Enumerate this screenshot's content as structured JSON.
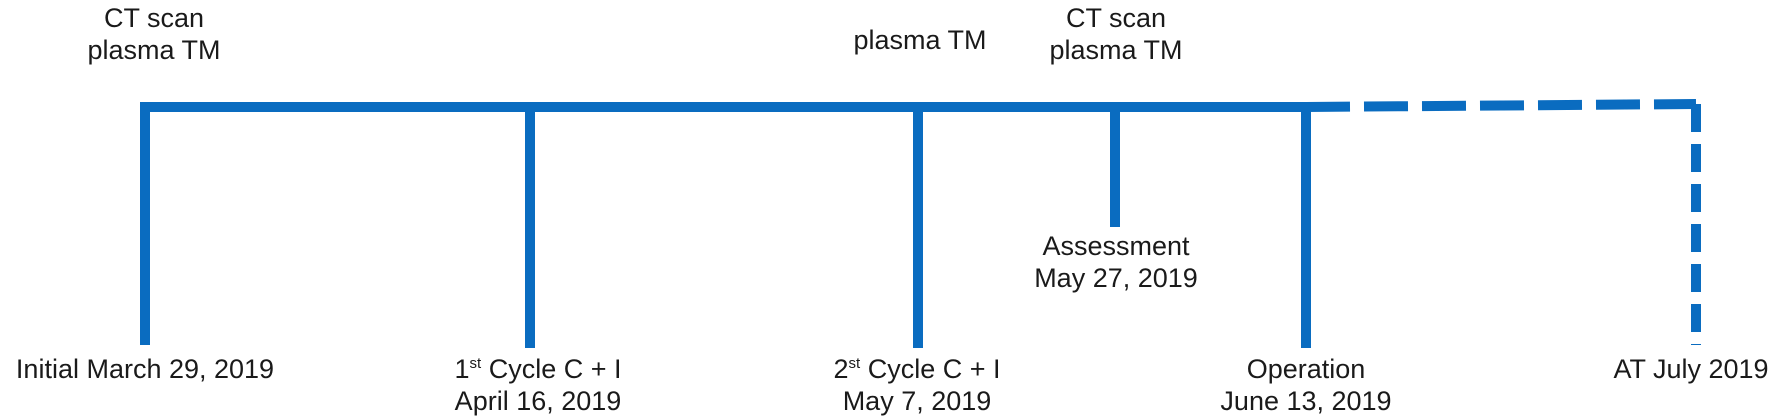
{
  "accent_color": "#0a6cc0",
  "events": [
    {
      "top_lines": [
        "CT scan",
        "plasma TM"
      ],
      "bottom_ordinal": "",
      "bottom_lines": [
        "Initial March 29, 2019"
      ]
    },
    {
      "top_lines": [],
      "bottom_ordinal": "st",
      "bottom_lines": [
        "1",
        "Cycle C + I",
        "April 16, 2019"
      ]
    },
    {
      "top_lines": [
        "plasma TM"
      ],
      "bottom_ordinal": "st",
      "bottom_lines": [
        "2",
        "Cycle C + I",
        "May 7, 2019"
      ]
    },
    {
      "top_lines": [
        "CT scan",
        "plasma TM"
      ],
      "bottom_ordinal": "",
      "bottom_lines": [
        "Assessment",
        "May 27, 2019"
      ]
    },
    {
      "top_lines": [],
      "bottom_ordinal": "",
      "bottom_lines": [
        "Operation",
        "June 13, 2019"
      ]
    },
    {
      "top_lines": [],
      "bottom_ordinal": "",
      "bottom_lines": [
        "AT July 2019"
      ]
    }
  ]
}
